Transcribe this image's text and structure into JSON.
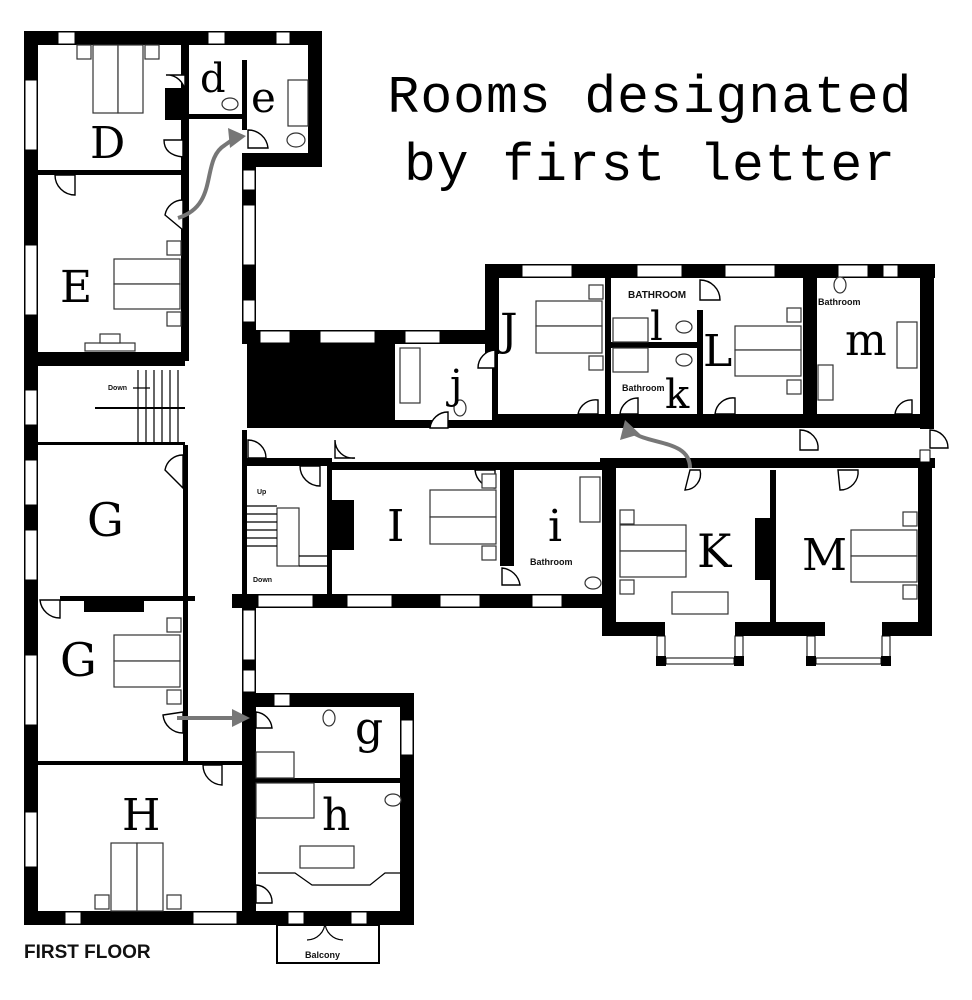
{
  "title": {
    "line1": "Rooms designated",
    "line2": "by first letter"
  },
  "floor_label": "FIRST FLOOR",
  "rooms": [
    {
      "id": "D",
      "label": "D",
      "type": "bedroom"
    },
    {
      "id": "d",
      "label": "d",
      "type": "bathroom"
    },
    {
      "id": "e",
      "label": "e",
      "type": "bathroom"
    },
    {
      "id": "E",
      "label": "E",
      "type": "bedroom"
    },
    {
      "id": "G1",
      "label": "G",
      "type": "room"
    },
    {
      "id": "G2",
      "label": "G",
      "type": "bedroom"
    },
    {
      "id": "g",
      "label": "g",
      "type": "bathroom"
    },
    {
      "id": "H",
      "label": "H",
      "type": "bedroom"
    },
    {
      "id": "h",
      "label": "h",
      "type": "bathroom"
    },
    {
      "id": "I",
      "label": "I",
      "type": "bedroom"
    },
    {
      "id": "i",
      "label": "i",
      "type": "bathroom"
    },
    {
      "id": "J",
      "label": "J",
      "type": "bedroom"
    },
    {
      "id": "j",
      "label": "j",
      "type": "bathroom"
    },
    {
      "id": "K",
      "label": "K",
      "type": "bedroom"
    },
    {
      "id": "k",
      "label": "k",
      "type": "bathroom"
    },
    {
      "id": "L",
      "label": "L",
      "type": "bedroom"
    },
    {
      "id": "l",
      "label": "l",
      "type": "bathroom"
    },
    {
      "id": "M",
      "label": "M",
      "type": "bedroom"
    },
    {
      "id": "m",
      "label": "m",
      "type": "bathroom"
    }
  ],
  "annotations": {
    "bathroom_l": "BATHROOM",
    "bathroom_k": "Bathroom",
    "bathroom_m": "Bathroom",
    "bathroom_i": "Bathroom",
    "stairs_down_left": "Down",
    "stairs_up": "Up",
    "stairs_down": "Down",
    "balcony": "Balcony"
  },
  "colors": {
    "wall": "#000000",
    "arrow": "#777777",
    "background": "#ffffff"
  },
  "arrows": [
    {
      "from": "E",
      "to": "e"
    },
    {
      "from": "corridor",
      "to": "k"
    },
    {
      "from": "G2",
      "to": "g"
    }
  ]
}
